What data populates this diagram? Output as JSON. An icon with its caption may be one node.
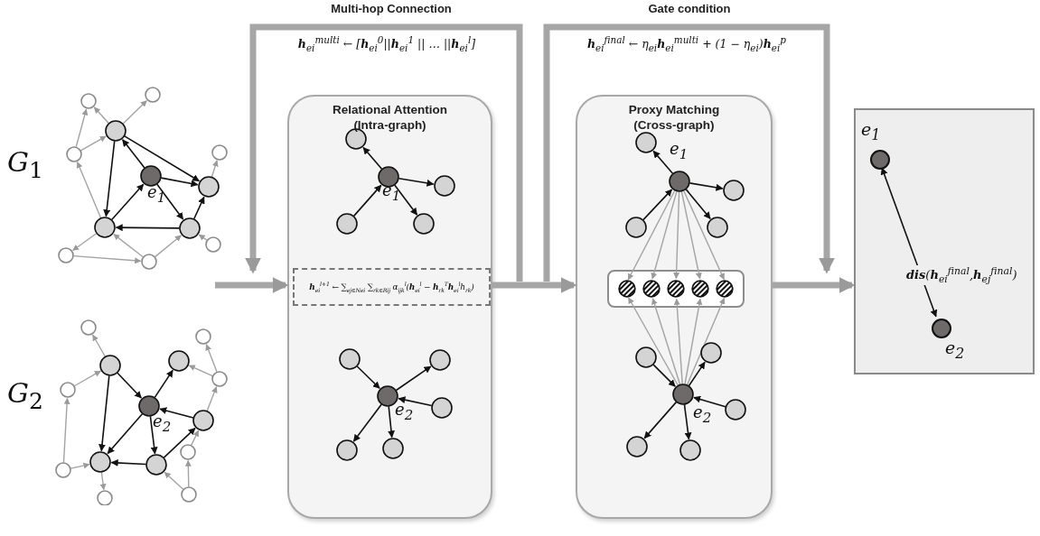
{
  "diagram": {
    "nodes": [
      {
        "text": [],
        "shape": "picture",
        "beside": [
          "*G*$_{1}$"
        ]
      },
      {
        "text": [],
        "shape": "picture",
        "beside": [
          "*G*$_{2}$"
        ]
      },
      {
        "text": [
          "Relational Attention (Intra-graph)"
        ]
      },
      {
        "text": [
          "**h**$_{ei}$$^{l+1}$ ← ∑$_{ej∈Nei}$ ∑$_{rk∈Rij}$ α$_{ijk}$$^{l}$(**h**$_{ei}$$^{l}$ − **h**$_{rk}$$^{T}$**h**$_{ei}$$^{l}$h$_{rk}$)"
        ],
        "in": 2
      },
      {
        "text": [
          "Proxy Matching (Cross-graph)"
        ]
      },
      {
        "text": [],
        "shape": "box",
        "in": 4
      },
      {
        "text": [],
        "shape": "box"
      },
      {
        "text": [],
        "shape": "circle",
        "in": 6,
        "beside": [
          "*e*$_{1}$"
        ]
      },
      {
        "text": [],
        "shape": "circle",
        "in": 6,
        "beside": [
          "*e*$_{2}$"
        ]
      }
    ],
    "edges": [
      {
        "from": null,
        "to": 2,
        "arrow": "to"
      },
      {
        "from": 2,
        "to": 4,
        "arrow": "to"
      },
      {
        "from": 4,
        "to": 6,
        "arrow": "to"
      },
      {
        "from": null,
        "to": 2,
        "arrow": "to",
        "label": "Multi-hop Connection"
      },
      {
        "from": null,
        "to": 6,
        "arrow": "to",
        "label": "Gate condition"
      },
      {
        "from": 7,
        "to": 8,
        "arrow": "both",
        "label": "**dis**(**h**$_{ei}$$^{final}$,**h**$_{ej}$$^{final}$)",
        "color": "#111111"
      }
    ],
    "labels": [
      "**h**$_{ei}$$^{multi}$ ← [**h**$_{ei}$$^{0}$||**h**$_{ei}$$^{1}$ || … ||**h**$_{ei}$$^{l}$]",
      "**h**$_{ei}$$^{final}$ ← η$_{ei}$**h**$_{ei}$$^{multi}$ + (1 − η$_{ei}$)**h**$_{ei}$$^{p}$",
      "*e*$_{1}$",
      "*e*$_{1}$",
      "*e*$_{1}$",
      "*e*$_{2}$",
      "*e*$_{2}$",
      "*e*$_{2}$"
    ]
  }
}
